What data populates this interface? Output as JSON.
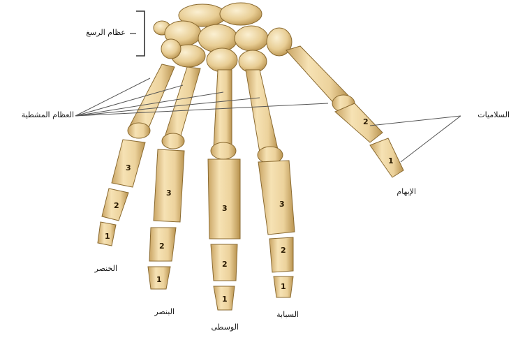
{
  "labels": {
    "carpals": "عظام الرسغ",
    "metacarpals": "العظام المشطية",
    "phalanges": "السلاميات",
    "thumb": "الإبهام",
    "little": "الخنصر",
    "ring": "البنصر",
    "middle": "الوسطى",
    "index": "السبابة"
  },
  "phalanx_numbers": {
    "little": [
      "3",
      "2",
      "1"
    ],
    "ring": [
      "3",
      "2",
      "1"
    ],
    "middle": [
      "3",
      "2",
      "1"
    ],
    "index": [
      "3",
      "2",
      "1"
    ],
    "thumb": [
      "2",
      "1"
    ]
  },
  "colors": {
    "bone_light": "#f6e2b4",
    "bone_mid": "#e4c488",
    "bone_dark": "#b8924e",
    "outline": "#8a6a30",
    "leader": "#555555"
  }
}
